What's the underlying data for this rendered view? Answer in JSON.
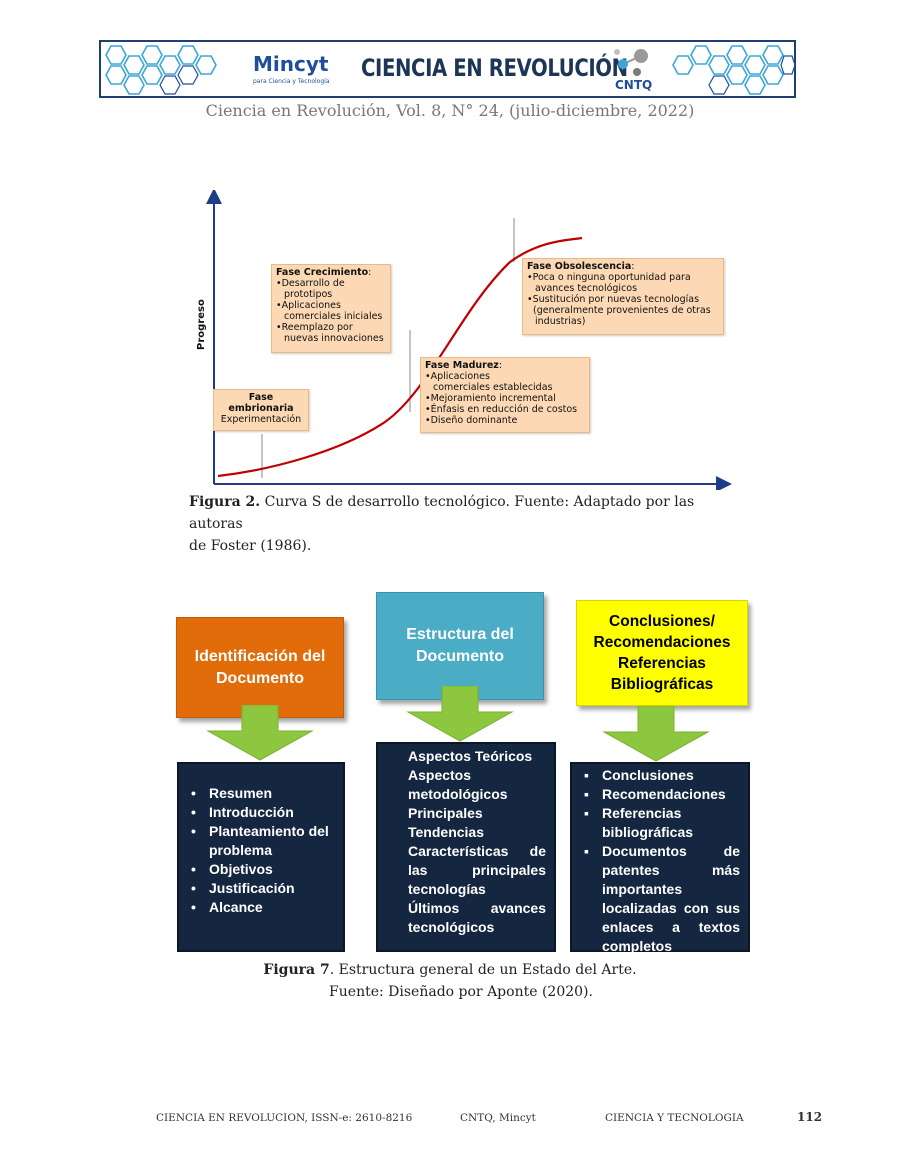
{
  "header": {
    "logo_left": "Mincyt",
    "logo_left_sub": "para Ciencia y Tecnología",
    "title": "CIENCIA EN REVOLUCIÓN",
    "logo_right": "CNTQ",
    "journal_line": "Ciencia en Revolución, Vol. 8, N° 24, (julio-diciembre, 2022)"
  },
  "figure2": {
    "ylabel": "Progreso",
    "phases": {
      "embrionaria": {
        "title_l1": "Fase",
        "title_l2": "embrionaria",
        "line1": "Experimentación"
      },
      "crecimiento": {
        "title": "Fase Crecimiento",
        "suffix": ":",
        "lines": [
          "•Desarrollo de",
          "prototipos",
          "•Aplicaciones",
          "comerciales iniciales",
          "•Reemplazo por",
          "nuevas innovaciones"
        ]
      },
      "madurez": {
        "title": "Fase Madurez",
        "suffix": ":",
        "lines": [
          "•Aplicaciones",
          "comerciales establecidas",
          "•Mejoramiento incremental",
          "•Énfasis en reducción de costos",
          "•Diseño dominante"
        ]
      },
      "obsolescencia": {
        "title": "Fase Obsolescencia",
        "suffix": ":",
        "lines": [
          "•Poca o ninguna oportunidad para",
          "avances tecnológicos",
          "•Sustitución por nuevas tecnologías",
          "(generalmente provenientes de otras",
          "industrias)"
        ]
      }
    },
    "caption_label": "Figura 2.",
    "caption_l1": " Curva S de desarrollo tecnológico. Fuente: Adaptado por las autoras",
    "caption_l2": "de Foster (1986)."
  },
  "figure7": {
    "col1": {
      "title": "Identificación del Documento",
      "color": "#e36c0a",
      "items": [
        "Resumen",
        "Introducción",
        "Planteamiento del problema",
        "Objetivos",
        "Justificación",
        "Alcance"
      ]
    },
    "col2": {
      "title": "Estructura del Documento",
      "color": "#4bacc6",
      "items": [
        "Aspectos Teóricos",
        "Aspectos metodológicos",
        "Principales Tendencias",
        "Características de las principales tecnologías",
        "Últimos avances tecnológicos"
      ]
    },
    "col3": {
      "title": "Conclusiones/ Recomendaciones Referencias Bibliográficas",
      "color": "#ffff00",
      "items": [
        "Conclusiones",
        "Recomendaciones",
        "Referencias bibliográficas",
        "Documentos de patentes más importantes localizadas con sus enlaces a textos completos"
      ]
    },
    "caption_label": "Figura 7",
    "caption_l1": ". Estructura general de un Estado del Arte.",
    "caption_l2": "Fuente: Diseñado por Aponte (2020)."
  },
  "footer": {
    "left": "CIENCIA EN REVOLUCION, ISSN-e: 2610-8216",
    "middle": "CNTQ, Mincyt",
    "right": "CIENCIA Y TECNOLOGIA",
    "page": "112"
  },
  "colors": {
    "navy": "#142640",
    "arrow_green": "#8dc63f",
    "curve_red": "#c00000",
    "phase_fill": "#fcd9b4",
    "banner_border": "#1f3f6e"
  }
}
